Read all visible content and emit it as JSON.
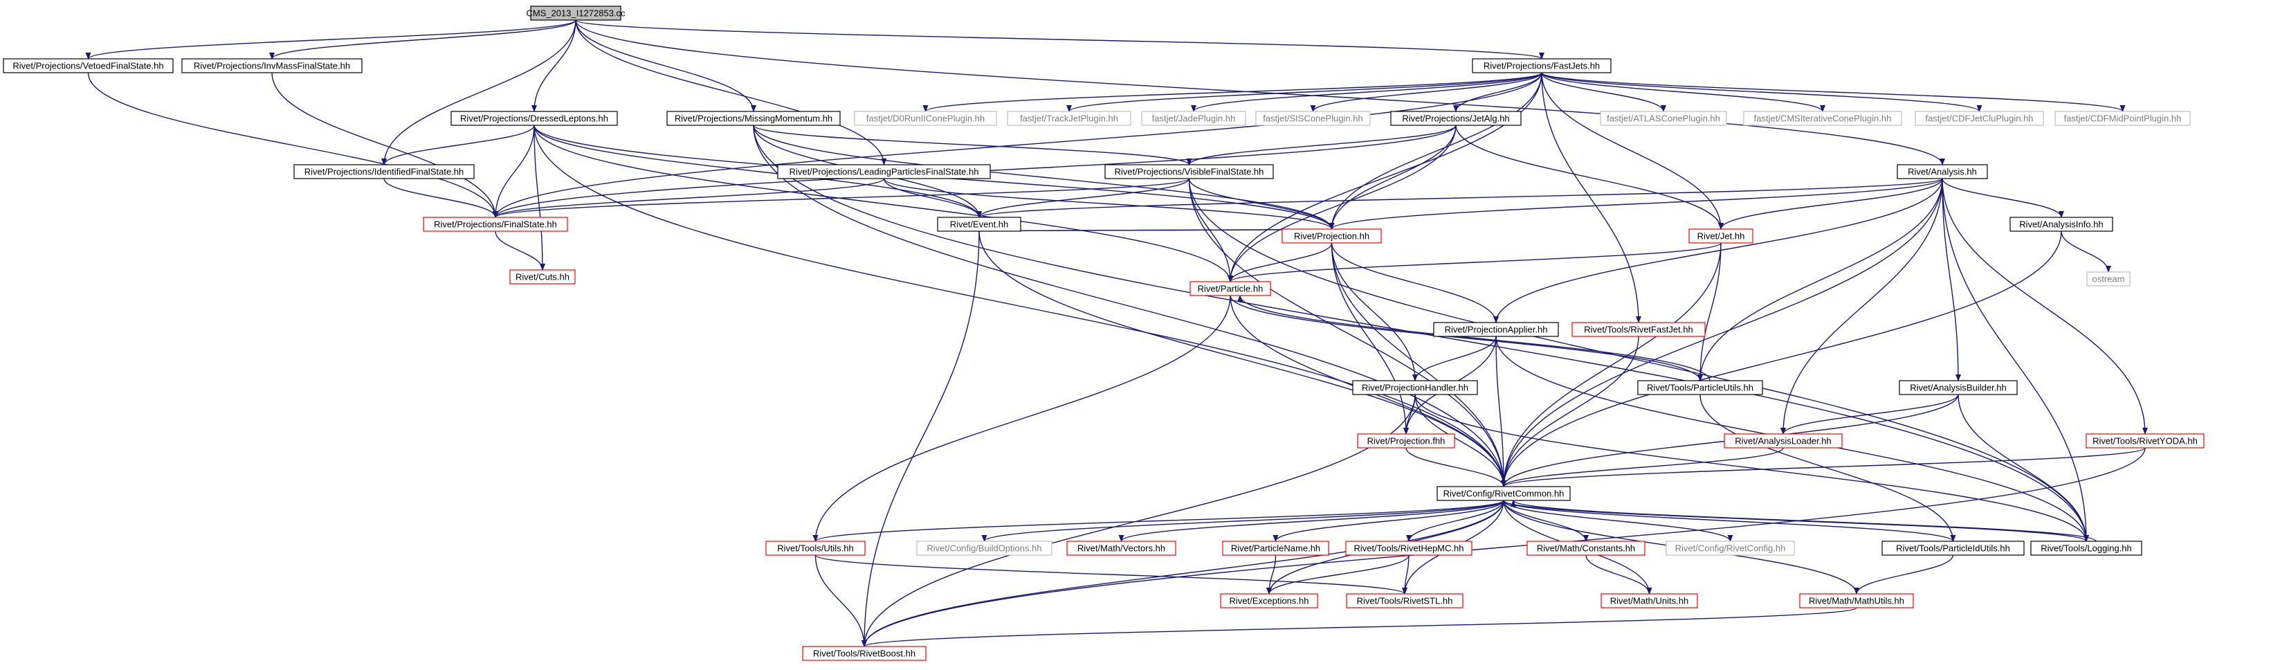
{
  "colors": {
    "edge": "#191970",
    "border_normal": "#000000",
    "border_truncated": "#ff0000",
    "border_external": "#bfbfbf",
    "root_fill": "#bfbfbf",
    "fill": "#ffffff",
    "text": "#000000",
    "text_external": "#7f7f7f"
  },
  "nodes": [
    {
      "id": "root",
      "label": "CMS_2013_I1272853.cc",
      "style": "root"
    },
    {
      "id": "vetoed",
      "label": "Rivet/Projections/VetoedFinalState.hh",
      "style": "normal"
    },
    {
      "id": "invmass",
      "label": "Rivet/Projections/InvMassFinalState.hh",
      "style": "normal"
    },
    {
      "id": "fastjets",
      "label": "Rivet/Projections/FastJets.hh",
      "style": "normal"
    },
    {
      "id": "dressed",
      "label": "Rivet/Projections/DressedLeptons.hh",
      "style": "normal"
    },
    {
      "id": "missing",
      "label": "Rivet/Projections/MissingMomentum.hh",
      "style": "normal"
    },
    {
      "id": "d0run",
      "label": "fastjet/D0RunIIConePlugin.hh",
      "style": "external"
    },
    {
      "id": "trackjet",
      "label": "fastjet/TrackJetPlugin.hh",
      "style": "external"
    },
    {
      "id": "jade",
      "label": "fastjet/JadePlugin.hh",
      "style": "external"
    },
    {
      "id": "siscone",
      "label": "fastjet/SISConePlugin.hh",
      "style": "external"
    },
    {
      "id": "jetalg",
      "label": "Rivet/Projections/JetAlg.hh",
      "style": "normal"
    },
    {
      "id": "atlascone",
      "label": "fastjet/ATLASConePlugin.hh",
      "style": "external"
    },
    {
      "id": "cmsiter",
      "label": "fastjet/CMSIterativeConePlugin.hh",
      "style": "external"
    },
    {
      "id": "cdfjetclu",
      "label": "fastjet/CDFJetCluPlugin.hh",
      "style": "external"
    },
    {
      "id": "cdfmid",
      "label": "fastjet/CDFMidPointPlugin.hh",
      "style": "external"
    },
    {
      "id": "identified",
      "label": "Rivet/Projections/IdentifiedFinalState.hh",
      "style": "normal"
    },
    {
      "id": "leading",
      "label": "Rivet/Projections/LeadingParticlesFinalState.hh",
      "style": "normal"
    },
    {
      "id": "visible",
      "label": "Rivet/Projections/VisibleFinalState.hh",
      "style": "normal"
    },
    {
      "id": "analysis",
      "label": "Rivet/Analysis.hh",
      "style": "normal"
    },
    {
      "id": "finalstate",
      "label": "Rivet/Projections/FinalState.hh",
      "style": "truncated"
    },
    {
      "id": "event",
      "label": "Rivet/Event.hh",
      "style": "normal"
    },
    {
      "id": "analysisinfo",
      "label": "Rivet/AnalysisInfo.hh",
      "style": "normal"
    },
    {
      "id": "projection",
      "label": "Rivet/Projection.hh",
      "style": "truncated"
    },
    {
      "id": "cuts",
      "label": "Rivet/Cuts.hh",
      "style": "truncated"
    },
    {
      "id": "jet",
      "label": "Rivet/Jet.hh",
      "style": "truncated"
    },
    {
      "id": "ostream",
      "label": "ostream",
      "style": "external"
    },
    {
      "id": "particle",
      "label": "Rivet/Particle.hh",
      "style": "truncated"
    },
    {
      "id": "projapplier",
      "label": "Rivet/ProjectionApplier.hh",
      "style": "normal"
    },
    {
      "id": "rivetfastjet",
      "label": "Rivet/Tools/RivetFastJet.hh",
      "style": "truncated"
    },
    {
      "id": "projhandler",
      "label": "Rivet/ProjectionHandler.hh",
      "style": "normal"
    },
    {
      "id": "particleutils",
      "label": "Rivet/Tools/ParticleUtils.hh",
      "style": "normal"
    },
    {
      "id": "analysisbuilder",
      "label": "Rivet/AnalysisBuilder.hh",
      "style": "normal"
    },
    {
      "id": "projfhh",
      "label": "Rivet/Projection.fhh",
      "style": "truncated"
    },
    {
      "id": "analysisloader",
      "label": "Rivet/AnalysisLoader.hh",
      "style": "truncated"
    },
    {
      "id": "rivetyoda",
      "label": "Rivet/Tools/RivetYODA.hh",
      "style": "truncated"
    },
    {
      "id": "rivetcommon",
      "label": "Rivet/Config/RivetCommon.hh",
      "style": "normal"
    },
    {
      "id": "utils",
      "label": "Rivet/Tools/Utils.hh",
      "style": "truncated"
    },
    {
      "id": "buildoptions",
      "label": "Rivet/Config/BuildOptions.hh",
      "style": "external"
    },
    {
      "id": "vectors",
      "label": "Rivet/Math/Vectors.hh",
      "style": "truncated"
    },
    {
      "id": "particlename",
      "label": "Rivet/ParticleName.hh",
      "style": "truncated"
    },
    {
      "id": "rivethepmc",
      "label": "Rivet/Tools/RivetHepMC.hh",
      "style": "truncated"
    },
    {
      "id": "constants",
      "label": "Rivet/Math/Constants.hh",
      "style": "truncated"
    },
    {
      "id": "rivetconfig",
      "label": "Rivet/Config/RivetConfig.hh",
      "style": "external"
    },
    {
      "id": "particleidutils",
      "label": "Rivet/Tools/ParticleIdUtils.hh",
      "style": "normal"
    },
    {
      "id": "logging",
      "label": "Rivet/Tools/Logging.hh",
      "style": "normal"
    },
    {
      "id": "exceptions",
      "label": "Rivet/Exceptions.hh",
      "style": "truncated"
    },
    {
      "id": "rivetstl",
      "label": "Rivet/Tools/RivetSTL.hh",
      "style": "truncated"
    },
    {
      "id": "units",
      "label": "Rivet/Math/Units.hh",
      "style": "truncated"
    },
    {
      "id": "mathutils",
      "label": "Rivet/Math/MathUtils.hh",
      "style": "truncated"
    },
    {
      "id": "rivetboost",
      "label": "Rivet/Tools/RivetBoost.hh",
      "style": "truncated"
    }
  ],
  "edges": [
    [
      "root",
      "vetoed"
    ],
    [
      "root",
      "invmass"
    ],
    [
      "root",
      "fastjets"
    ],
    [
      "root",
      "dressed"
    ],
    [
      "root",
      "missing"
    ],
    [
      "root",
      "identified"
    ],
    [
      "root",
      "leading"
    ],
    [
      "root",
      "analysis"
    ],
    [
      "vetoed",
      "finalstate"
    ],
    [
      "invmass",
      "finalstate"
    ],
    [
      "fastjets",
      "d0run"
    ],
    [
      "fastjets",
      "trackjet"
    ],
    [
      "fastjets",
      "jade"
    ],
    [
      "fastjets",
      "siscone"
    ],
    [
      "fastjets",
      "jetalg"
    ],
    [
      "fastjets",
      "atlascone"
    ],
    [
      "fastjets",
      "cmsiter"
    ],
    [
      "fastjets",
      "cdfjetclu"
    ],
    [
      "fastjets",
      "cdfmid"
    ],
    [
      "fastjets",
      "finalstate"
    ],
    [
      "fastjets",
      "projection"
    ],
    [
      "fastjets",
      "jet"
    ],
    [
      "fastjets",
      "particle"
    ],
    [
      "fastjets",
      "rivetfastjet"
    ],
    [
      "dressed",
      "identified"
    ],
    [
      "dressed",
      "finalstate"
    ],
    [
      "dressed",
      "cuts"
    ],
    [
      "dressed",
      "event"
    ],
    [
      "dressed",
      "particle"
    ],
    [
      "dressed",
      "projection"
    ],
    [
      "dressed",
      "rivetcommon"
    ],
    [
      "missing",
      "visible"
    ],
    [
      "missing",
      "event"
    ],
    [
      "missing",
      "projection"
    ],
    [
      "missing",
      "rivetcommon"
    ],
    [
      "missing",
      "logging"
    ],
    [
      "jetalg",
      "visible"
    ],
    [
      "jetalg",
      "projection"
    ],
    [
      "jetalg",
      "jet"
    ],
    [
      "jetalg",
      "particle"
    ],
    [
      "jetalg",
      "finalstate"
    ],
    [
      "identified",
      "finalstate"
    ],
    [
      "leading",
      "finalstate"
    ],
    [
      "leading",
      "event"
    ],
    [
      "leading",
      "projection"
    ],
    [
      "visible",
      "finalstate"
    ],
    [
      "visible",
      "event"
    ],
    [
      "visible",
      "projection"
    ],
    [
      "visible",
      "particle"
    ],
    [
      "visible",
      "rivetcommon"
    ],
    [
      "visible",
      "logging"
    ],
    [
      "analysis",
      "event"
    ],
    [
      "analysis",
      "projection"
    ],
    [
      "analysis",
      "analysisinfo"
    ],
    [
      "analysis",
      "projapplier"
    ],
    [
      "analysis",
      "particleutils"
    ],
    [
      "analysis",
      "analysisbuilder"
    ],
    [
      "analysis",
      "analysisloader"
    ],
    [
      "analysis",
      "rivetyoda"
    ],
    [
      "analysis",
      "rivetcommon"
    ],
    [
      "analysis",
      "logging"
    ],
    [
      "analysis",
      "jet"
    ],
    [
      "finalstate",
      "cuts"
    ],
    [
      "event",
      "projection"
    ],
    [
      "event",
      "rivetcommon"
    ],
    [
      "event",
      "rivetboost"
    ],
    [
      "analysisinfo",
      "ostream"
    ],
    [
      "analysisinfo",
      "rivetcommon"
    ],
    [
      "projection",
      "event"
    ],
    [
      "projection",
      "particle"
    ],
    [
      "projection",
      "projapplier"
    ],
    [
      "projection",
      "projhandler"
    ],
    [
      "projection",
      "projfhh"
    ],
    [
      "projection",
      "rivetcommon"
    ],
    [
      "jet",
      "particle"
    ],
    [
      "jet",
      "particleutils"
    ],
    [
      "jet",
      "rivetcommon"
    ],
    [
      "particle",
      "utils"
    ],
    [
      "particle",
      "rivetcommon"
    ],
    [
      "particle",
      "particleutils"
    ],
    [
      "projapplier",
      "projhandler"
    ],
    [
      "projapplier",
      "projfhh"
    ],
    [
      "projapplier",
      "rivetcommon"
    ],
    [
      "projapplier",
      "logging"
    ],
    [
      "rivetfastjet",
      "rivetcommon"
    ],
    [
      "projhandler",
      "projfhh"
    ],
    [
      "projhandler",
      "rivetcommon"
    ],
    [
      "projhandler",
      "logging"
    ],
    [
      "projhandler",
      "rivetboost"
    ],
    [
      "particleutils",
      "particle"
    ],
    [
      "particleutils",
      "particleidutils"
    ],
    [
      "analysisbuilder",
      "analysisloader"
    ],
    [
      "analysisbuilder",
      "rivetcommon"
    ],
    [
      "analysisbuilder",
      "logging"
    ],
    [
      "projfhh",
      "rivetcommon"
    ],
    [
      "analysisloader",
      "rivetcommon"
    ],
    [
      "rivetyoda",
      "rivetcommon"
    ],
    [
      "rivetyoda",
      "rivetboost"
    ],
    [
      "rivetcommon",
      "utils"
    ],
    [
      "rivetcommon",
      "buildoptions"
    ],
    [
      "rivetcommon",
      "vectors"
    ],
    [
      "rivetcommon",
      "particlename"
    ],
    [
      "rivetcommon",
      "rivethepmc"
    ],
    [
      "rivetcommon",
      "constants"
    ],
    [
      "rivetcommon",
      "rivetconfig"
    ],
    [
      "rivetcommon",
      "particleidutils"
    ],
    [
      "rivetcommon",
      "logging"
    ],
    [
      "rivetcommon",
      "exceptions"
    ],
    [
      "rivetcommon",
      "rivetstl"
    ],
    [
      "rivetcommon",
      "units"
    ],
    [
      "rivetcommon",
      "mathutils"
    ],
    [
      "rivetcommon",
      "rivetboost"
    ],
    [
      "utils",
      "rivetstl"
    ],
    [
      "utils",
      "rivetboost"
    ],
    [
      "particlename",
      "exceptions"
    ],
    [
      "rivethepmc",
      "exceptions"
    ],
    [
      "rivethepmc",
      "rivetstl"
    ],
    [
      "constants",
      "units"
    ],
    [
      "particleidutils",
      "mathutils"
    ],
    [
      "logging",
      "rivetcommon"
    ],
    [
      "mathutils",
      "rivetboost"
    ]
  ]
}
